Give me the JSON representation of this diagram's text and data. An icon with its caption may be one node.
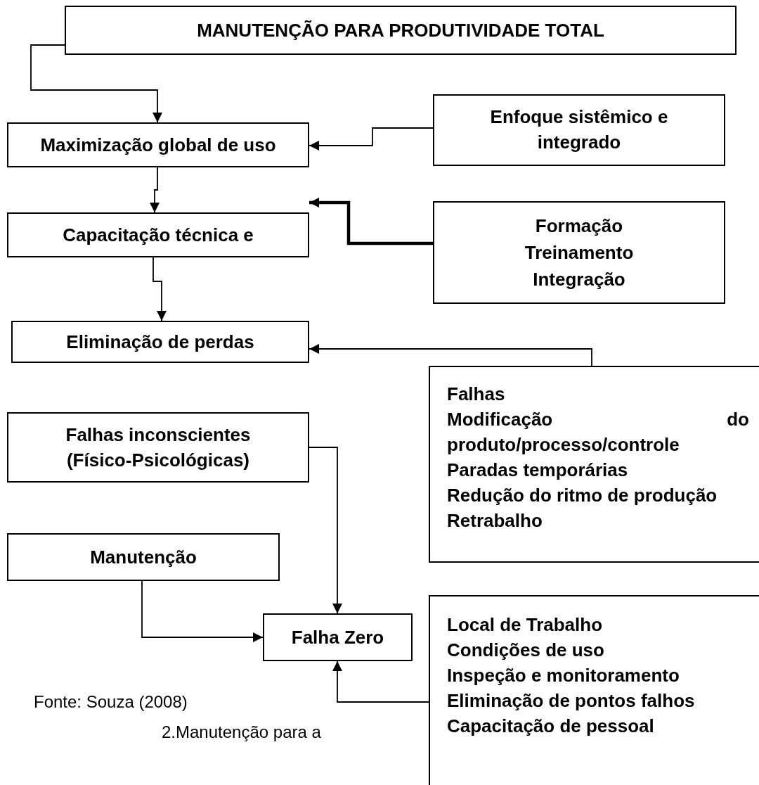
{
  "diagram": {
    "nodes": [
      {
        "text": [
          "MANUTENÇÃO PARA PRODUTIVIDADE TOTAL"
        ]
      },
      {
        "text": [
          "Maximização global de uso"
        ]
      },
      {
        "text": [
          "Enfoque sistêmico e integrado"
        ]
      },
      {
        "text": [
          "Capacitação técnica e"
        ]
      },
      {
        "text": [
          "Formação",
          "Treinamento",
          "Integração"
        ]
      },
      {
        "text": [
          "Eliminação de perdas"
        ]
      },
      {
        "text": [
          "Falhas",
          "Modificação do produto/processo/controle",
          "Paradas temporárias",
          "Redução do ritmo de produção",
          "Retrabalho"
        ]
      },
      {
        "text": [
          "Falhas inconscientes (Físico-Psicológicas)"
        ]
      },
      {
        "text": [
          "Manutenção"
        ]
      },
      {
        "text": [
          "Falha Zero"
        ]
      },
      {
        "text": [
          "Local de Trabalho",
          "Condições de uso",
          "Inspeção e monitoramento",
          "Eliminação de pontos falhos",
          "Capacitação de pessoal"
        ]
      }
    ],
    "edges": [
      {
        "from": 0,
        "to": 1,
        "arrow": "to"
      },
      {
        "from": 2,
        "to": 1,
        "arrow": "to"
      },
      {
        "from": 1,
        "to": 3,
        "arrow": "to"
      },
      {
        "from": 4,
        "to": 3,
        "arrow": "to",
        "style": "thick"
      },
      {
        "from": 3,
        "to": 5,
        "arrow": "to"
      },
      {
        "from": 6,
        "to": 5,
        "arrow": "to"
      },
      {
        "from": 7,
        "to": 9,
        "arrow": "to"
      },
      {
        "from": 8,
        "to": 9,
        "arrow": "to"
      },
      {
        "from": 10,
        "to": 9,
        "arrow": "to"
      }
    ],
    "labels": [
      "Fonte: Souza (2008)",
      "2.Manutenção para a"
    ]
  }
}
